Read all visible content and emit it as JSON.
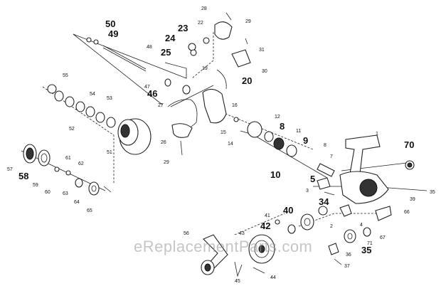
{
  "labels": {
    "p50": "50",
    "p49": "49",
    "p48": "48",
    "p47": "47",
    "p46": "46",
    "p55": "55",
    "p54": "54",
    "p53": "53",
    "p52": "52",
    "p51": "51",
    "p57": "57",
    "p58": "58",
    "p59": "59",
    "p60": "60",
    "p61": "61",
    "p62": "62",
    "p63": "63",
    "p64": "64",
    "p65": "65",
    "p28": "28",
    "p29a": "29",
    "p22": "22",
    "p23": "23",
    "p24": "24",
    "p25": "25",
    "p31": "31",
    "p30": "30",
    "p20": "20",
    "p19": "19",
    "p16": "16",
    "p27": "27",
    "p26": "26",
    "p29b": "29",
    "p12": "12",
    "p15": "15",
    "p14": "14",
    "p8a": "8",
    "p11": "11",
    "p9": "9",
    "p8b": "8",
    "p7": "7",
    "p10": "10",
    "p1": "1",
    "p70": "70",
    "p5": "5",
    "p3": "3",
    "p34": "34",
    "p40": "40",
    "p41": "41",
    "p42": "42",
    "p43": "43",
    "p2": "2",
    "p4": "4",
    "p39": "39",
    "p35a": "35",
    "p66": "66",
    "p67": "67",
    "p71": "71",
    "p35b": "35",
    "p36": "36",
    "p37": "37",
    "p56": "56",
    "p44": "44",
    "p45": "45"
  },
  "watermark": "eReplacementParts.com"
}
